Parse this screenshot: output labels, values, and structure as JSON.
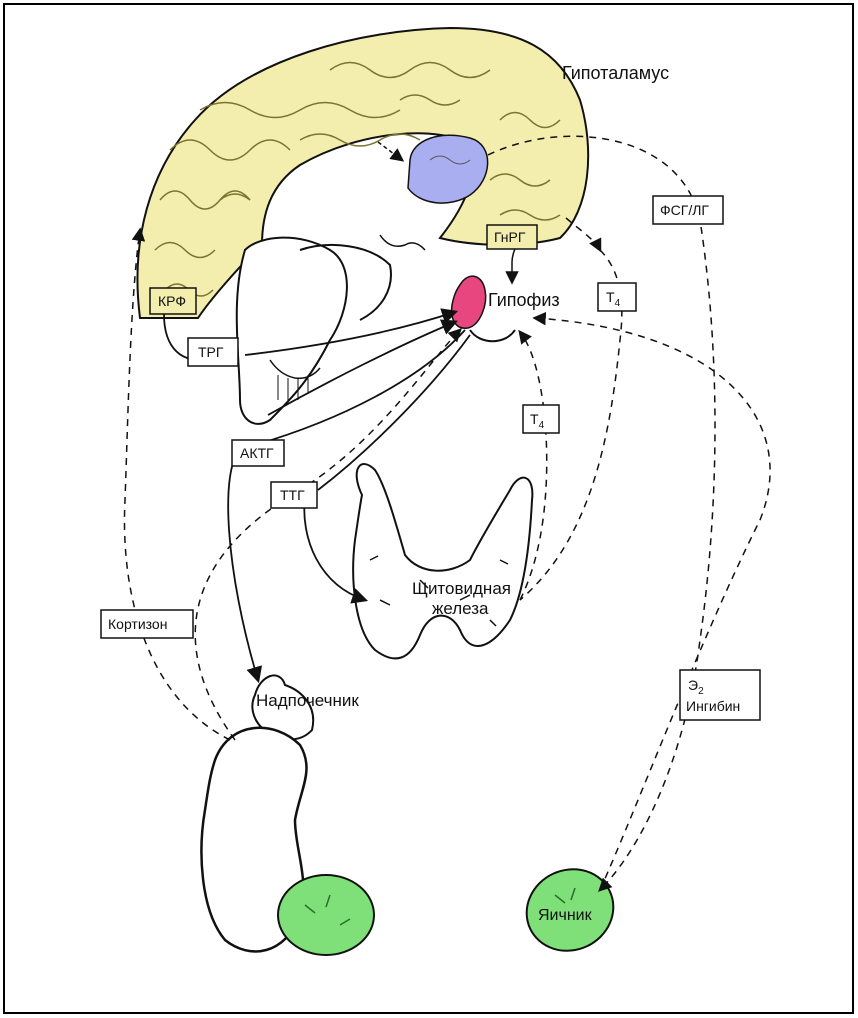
{
  "labels": {
    "hypothalamus": "Гипоталамус",
    "pituitary": "Гипофиз",
    "thyroid_line1": "Щитовидная",
    "thyroid_line2": "железа",
    "adrenal": "Надпочечник",
    "ovary": "Яичник"
  },
  "hormones": {
    "crf": "КРФ",
    "trh": "ТРГ",
    "gnrh": "ГнРГ",
    "t4_upper": "Т",
    "t4_upper_sub": "4",
    "t4_lower": "Т",
    "t4_lower_sub": "4",
    "fsh_lh": "ФСГ/ЛГ",
    "acth": "АКТГ",
    "tsh": "ТТГ",
    "cortisol": "Кортизон",
    "e2": "Э",
    "e2_sub": "2",
    "inhibin": "Ингибин"
  },
  "colors": {
    "brain": "#f3eeae",
    "hypothalamus": "#a9aef0",
    "pituitary": "#e8467e",
    "ovary": "#7fe07a",
    "line": "#111111",
    "frame": "#000000"
  }
}
